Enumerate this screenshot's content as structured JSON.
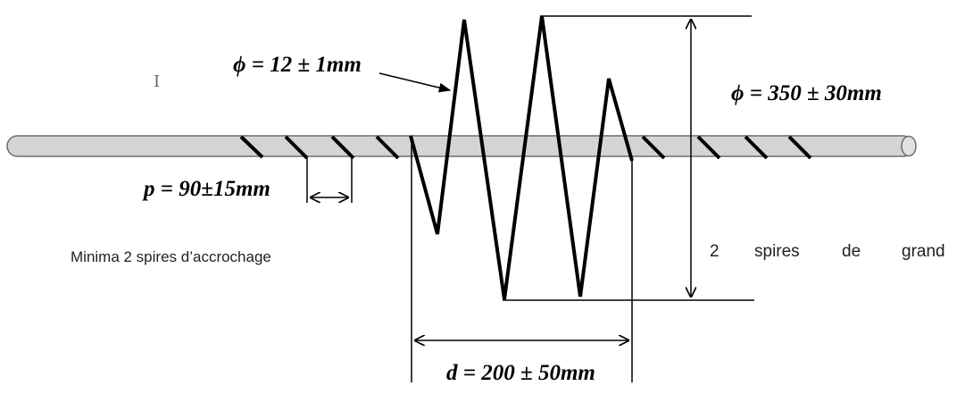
{
  "labels": {
    "wire_diameter": "ϕ = 12 ± 1mm",
    "coil_diameter": "ϕ = 350 ± 30mm",
    "pitch": "p = 90±15mm",
    "length": "d = 200 ± 50mm",
    "min_turns": "Minima 2 spires d’accrochage",
    "big_turns_word1": "2",
    "big_turns_word2": "spires",
    "big_turns_word3": "de",
    "big_turns_word4": "grand"
  },
  "colors": {
    "rod_fill": "#d4d4d4",
    "rod_stroke": "#6e6e6e",
    "ink": "#000000"
  },
  "icons": {
    "text_cursor": "I"
  }
}
